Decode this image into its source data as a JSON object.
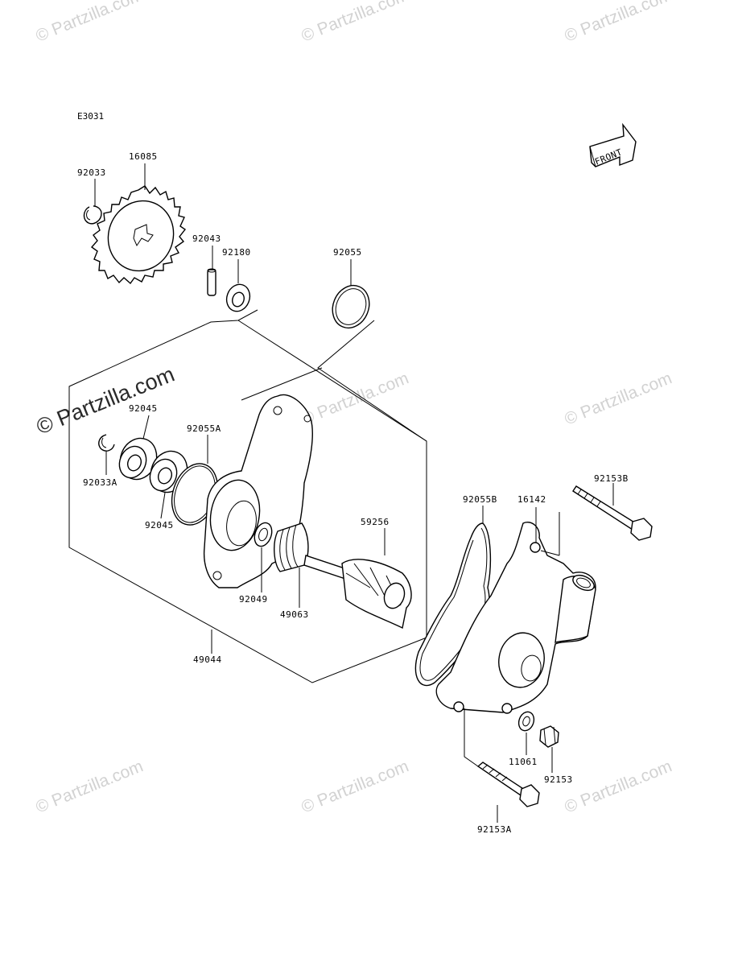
{
  "diagram_code": "E3031",
  "front_arrow_label": "FRONT",
  "watermark_text": "© Partzilla.com",
  "watermark_large_text": "© Partzilla.com",
  "parts": {
    "p16085": "16085",
    "p92033": "92033",
    "p92043": "92043",
    "p92180": "92180",
    "p92055": "92055",
    "p92045_top": "92045",
    "p92055A": "92055A",
    "p92033A": "92033A",
    "p92045_bottom": "92045",
    "p59256": "59256",
    "p92049": "92049",
    "p49063": "49063",
    "p49044": "49044",
    "p92055B": "92055B",
    "p16142": "16142",
    "p92153B": "92153B",
    "p11061": "11061",
    "p92153": "92153",
    "p92153A": "92153A"
  }
}
